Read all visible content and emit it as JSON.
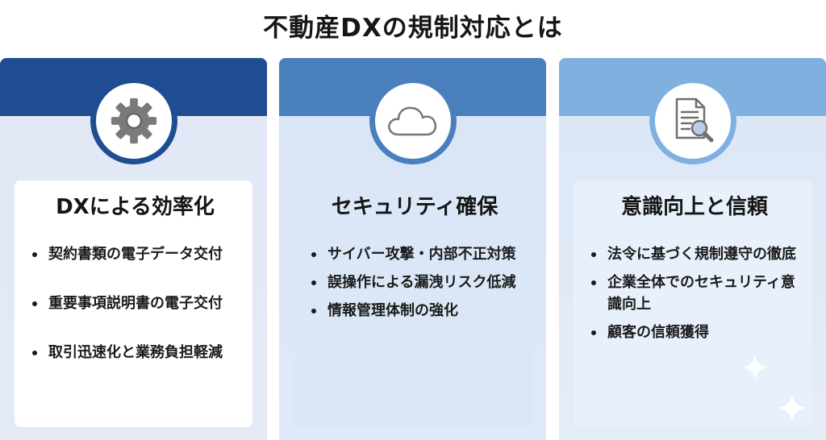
{
  "title": "不動産DXの規制対応とは",
  "columns": [
    {
      "icon": "gear-icon",
      "heading": "DXによる効率化",
      "items": [
        "契約書類の電子データ交付",
        "重要事項説明書の電子交付",
        "取引迅速化と業務負担軽減"
      ]
    },
    {
      "icon": "cloud-icon",
      "heading": "セキュリティ確保",
      "items": [
        "サイバー攻撃・内部不正対策",
        "誤操作による漏洩リスク低減",
        "情報管理体制の強化"
      ]
    },
    {
      "icon": "document-search-icon",
      "heading": "意識向上と信頼",
      "items": [
        "法令に基づく規制遵守の徹底",
        "企業全体でのセキュリティ意識向上",
        "顧客の信頼獲得"
      ]
    }
  ],
  "colors": {
    "band_1": "#1f4d92",
    "band_2": "#4a7fbe",
    "band_3": "#7fb0e0"
  }
}
